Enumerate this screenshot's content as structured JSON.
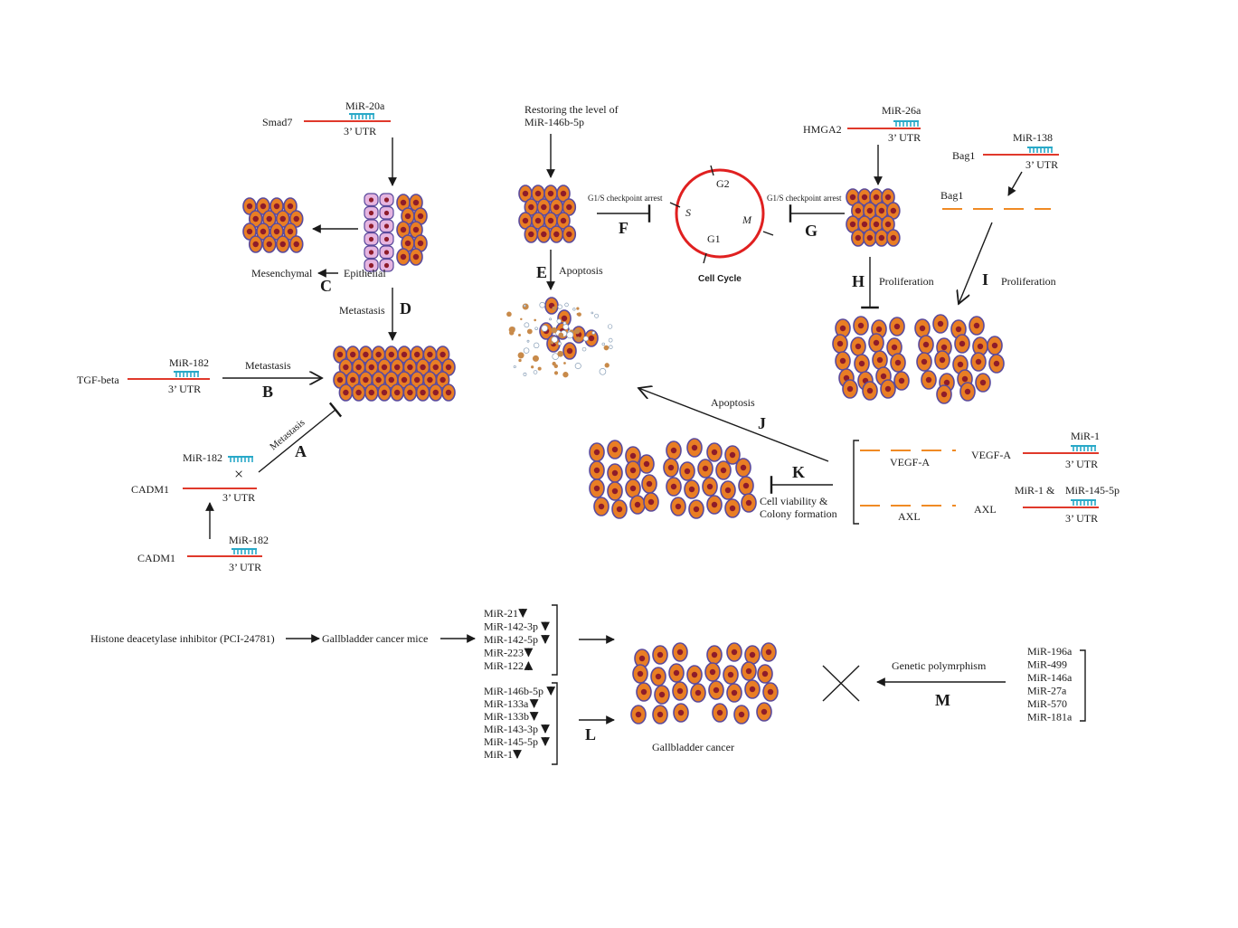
{
  "colors": {
    "cell_fill": "#e97e24",
    "cell_stroke": "#5a4a9c",
    "nucleus": "#8e1c2a",
    "mrna": "#e0392b",
    "mirna": "#29a9c8",
    "epithelial": "#e6b5e0",
    "dashed_mrna": "#f08a24",
    "cycle_ring": "#e02020"
  },
  "panels": {
    "A": {
      "letter": "A",
      "mirna": "MiR-182",
      "gene": "CADM1",
      "utr": "3’ UTR",
      "effect": "Metastasis",
      "upstream_gene": "CADM1",
      "upstream_mirna": "MiR-182",
      "upstream_utr": "3’ UTR"
    },
    "B": {
      "letter": "B",
      "mirna": "MiR-182",
      "gene": "TGF-beta",
      "utr": "3’ UTR",
      "effect": "Metastasis"
    },
    "C": {
      "letter": "C",
      "from": "Epithelial",
      "to": "Mesenchymal"
    },
    "D": {
      "letter": "D",
      "effect": "Metastasis",
      "mirna": "MiR-20a",
      "gene": "Smad7",
      "utr": "3’ UTR"
    },
    "E": {
      "letter": "E",
      "effect": "Apoptosis",
      "intro_line1": "Restoring the level of",
      "intro_line2": "MiR-146b-5p"
    },
    "F": {
      "letter": "F",
      "effect": "G1/S checkpoint arrest"
    },
    "G": {
      "letter": "G",
      "effect": "G1/S checkpoint arrest",
      "mirna": "MiR-26a",
      "gene": "HMGA2",
      "utr": "3’ UTR"
    },
    "H": {
      "letter": "H",
      "effect": "Proliferation"
    },
    "I": {
      "letter": "I",
      "effect": "Proliferation",
      "mirna": "MiR-138",
      "gene": "Bag1",
      "utr": "3’ UTR",
      "degraded_gene": "Bag1"
    },
    "J": {
      "letter": "J",
      "effect": "Apoptosis"
    },
    "K": {
      "letter": "K",
      "effect_line1": "Cell viability &",
      "effect_line2": "Colony formation",
      "vegfa_degraded": "VEGF-A",
      "vegfa_gene": "VEGF-A",
      "vegfa_mirna": "MiR-1",
      "vegfa_utr": "3’ UTR",
      "axl_degraded": "AXL",
      "axl_gene": "AXL",
      "axl_mirna_1": "MiR-1 &",
      "axl_mirna_2": "MiR-145-5p",
      "axl_utr": "3’ UTR"
    },
    "L": {
      "letter": "L",
      "target": "Gallbladder cancer"
    },
    "M": {
      "letter": "M",
      "label": "Genetic polymrphism"
    }
  },
  "cell_cycle": {
    "title": "Cell Cycle",
    "phases": [
      "G2",
      "S",
      "M",
      "G1"
    ]
  },
  "bottom": {
    "inhibitor": "Histone deacetylase inhibitor  (PCI-24781)",
    "mice": "Gallbladder cancer mice",
    "group1": [
      "MiR-21",
      "MiR-142-3p",
      "MiR-142-5p",
      "MiR-223",
      "MiR-122"
    ],
    "group1_dir": [
      "down",
      "down",
      "down",
      "down",
      "up"
    ],
    "group2": [
      "MiR-146b-5p",
      "MiR-133a",
      "MiR-133b",
      "MiR-143-3p",
      "MiR-145-5p",
      "MiR-1"
    ],
    "group2_dir": [
      "down",
      "down",
      "down",
      "down",
      "down",
      "down"
    ],
    "polymorphisms": [
      "MiR-196a",
      "MiR-499",
      "MiR-146a",
      "MiR-27a",
      "MiR-570",
      "MiR-181a"
    ]
  }
}
